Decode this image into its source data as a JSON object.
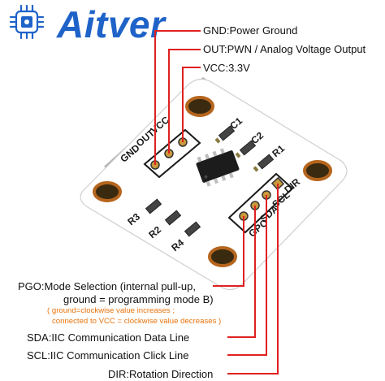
{
  "brand": {
    "name": "Aitver",
    "color": "#1f63c9"
  },
  "board": {
    "pin_labels_top": [
      "VCC",
      "OUT",
      "GND"
    ],
    "pin_labels_right": [
      "DIR",
      "SCL",
      "SDA",
      "GPO"
    ],
    "component_labels": [
      "C1",
      "C2",
      "R1",
      "R3",
      "R2",
      "R4"
    ],
    "board_color": "#ffffff",
    "outline_color": "#1a1a1a",
    "hole_ring_color": "#b5651d"
  },
  "callouts_top": [
    {
      "name": "GND",
      "sep": ":",
      "desc": "Power Ground"
    },
    {
      "name": "OUT",
      "sep": ":",
      "desc": "PWN / Analog Voltage Output"
    },
    {
      "name": "VCC",
      "sep": ":",
      "desc": "3.3V"
    }
  ],
  "callouts_bottom": {
    "pgo": {
      "name": "PGO",
      "sep": ":",
      "desc_line1": "Mode Selection (internal pull-up,",
      "desc_line2": "ground = programming mode B)",
      "note_line1": "( ground=clockwise value increases ;",
      "note_line2": "connected to VCC = clockwise value decreases )"
    },
    "sda": {
      "name": "SDA",
      "sep": ":",
      "desc": "IIC Communication Data Line"
    },
    "scl": {
      "name": "SCL",
      "sep": ":",
      "desc": "IIC Communication Click Line"
    },
    "dir": {
      "name": "DIR",
      "sep": ":",
      "desc": "Rotation Direction"
    }
  },
  "colors": {
    "leader_line": "#e02020",
    "note_text": "#e8730c",
    "text": "#111111"
  }
}
